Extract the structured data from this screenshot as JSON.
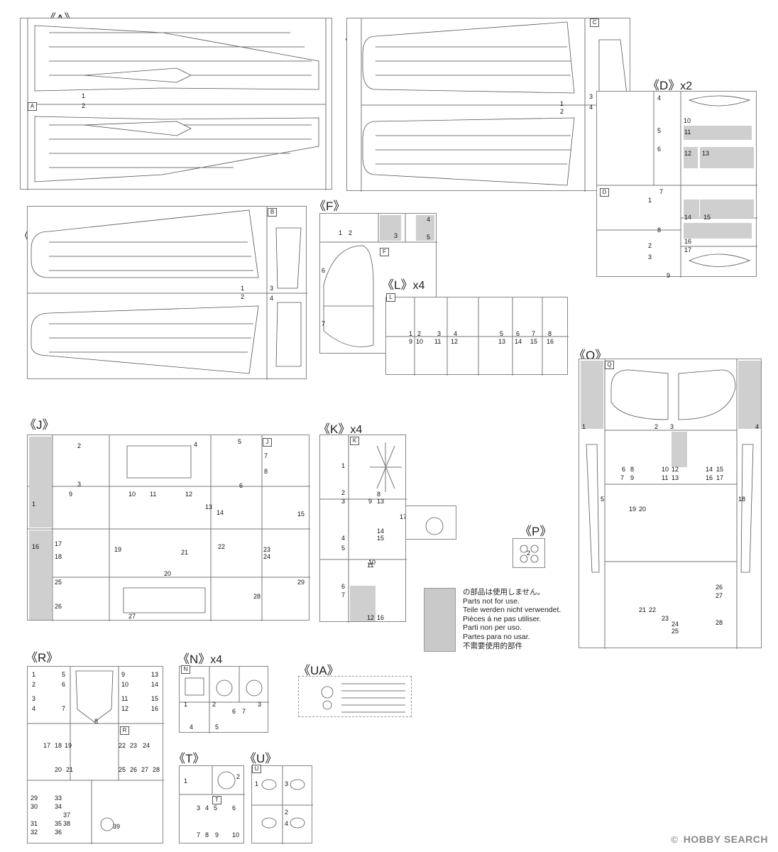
{
  "sprues": {
    "A": {
      "label": "《A》",
      "tag": "A",
      "parts": [
        "1",
        "2"
      ]
    },
    "B": {
      "label": "《B》",
      "tag": "B",
      "parts": [
        "1",
        "2",
        "3",
        "4"
      ]
    },
    "C": {
      "label": "《C》",
      "tag": "C",
      "parts": [
        "1",
        "2",
        "3",
        "4"
      ]
    },
    "D": {
      "label": "《D》",
      "mult": "x2",
      "tag": "D",
      "parts": [
        "1",
        "2",
        "3",
        "4",
        "5",
        "6",
        "7",
        "8",
        "9",
        "10",
        "11",
        "12",
        "13",
        "14",
        "15",
        "16",
        "17"
      ]
    },
    "F": {
      "label": "《F》",
      "tag": "F",
      "parts": [
        "1",
        "2",
        "3",
        "4",
        "5",
        "6",
        "7"
      ]
    },
    "L": {
      "label": "《L》",
      "mult": "x4",
      "tag": "L",
      "parts": [
        "1",
        "2",
        "3",
        "4",
        "5",
        "6",
        "7",
        "8",
        "9",
        "10",
        "11",
        "12",
        "13",
        "14",
        "15",
        "16"
      ]
    },
    "J": {
      "label": "《J》",
      "tag": "J",
      "parts": [
        "1",
        "2",
        "3",
        "4",
        "5",
        "6",
        "7",
        "8",
        "9",
        "10",
        "11",
        "12",
        "13",
        "14",
        "15",
        "16",
        "17",
        "18",
        "19",
        "20",
        "21",
        "22",
        "23",
        "24",
        "25",
        "26",
        "27",
        "28",
        "29"
      ]
    },
    "K": {
      "label": "《K》",
      "mult": "x4",
      "tag": "K",
      "parts": [
        "1",
        "2",
        "3",
        "4",
        "5",
        "6",
        "7",
        "8",
        "9",
        "10",
        "11",
        "12",
        "13",
        "14",
        "15",
        "16",
        "17"
      ]
    },
    "P": {
      "label": "《P》",
      "parts": [
        "2"
      ]
    },
    "Q": {
      "label": "《Q》",
      "tag": "Q",
      "parts": [
        "1",
        "2",
        "3",
        "4",
        "5",
        "6",
        "7",
        "8",
        "9",
        "10",
        "11",
        "12",
        "13",
        "14",
        "15",
        "16",
        "17",
        "18",
        "19",
        "20",
        "21",
        "22",
        "23",
        "24",
        "25",
        "26",
        "27",
        "28"
      ]
    },
    "R": {
      "label": "《R》",
      "tag": "R",
      "parts": [
        "1",
        "2",
        "3",
        "4",
        "5",
        "6",
        "7",
        "8",
        "9",
        "10",
        "11",
        "12",
        "13",
        "14",
        "15",
        "16",
        "17",
        "18",
        "19",
        "20",
        "21",
        "22",
        "23",
        "24",
        "25",
        "26",
        "27",
        "28",
        "29",
        "30",
        "31",
        "32",
        "33",
        "34",
        "35",
        "36",
        "37",
        "38",
        "39"
      ]
    },
    "N": {
      "label": "《N》",
      "mult": "x4",
      "tag": "N",
      "parts": [
        "1",
        "2",
        "3",
        "4",
        "5",
        "6",
        "7"
      ]
    },
    "UA": {
      "label": "《UA》"
    },
    "T": {
      "label": "《T》",
      "tag": "T",
      "parts": [
        "1",
        "2",
        "3",
        "4",
        "5",
        "6",
        "7",
        "8",
        "9",
        "10"
      ]
    },
    "U": {
      "label": "《U》",
      "tag": "U",
      "parts": [
        "1",
        "2",
        "3",
        "4"
      ]
    }
  },
  "legend": {
    "lines": [
      "の部品は使用しません。",
      "Parts not for use.",
      "Teile werden nicht verwendet.",
      "Pièces á ne pas utiliser.",
      "Parti non per uso.",
      "Partes para no usar.",
      "不需要使用的部件"
    ],
    "swatch_color": "#c9c9c9"
  },
  "watermark": {
    "copy": "©",
    "brand": "HOBBY SEARCH"
  }
}
